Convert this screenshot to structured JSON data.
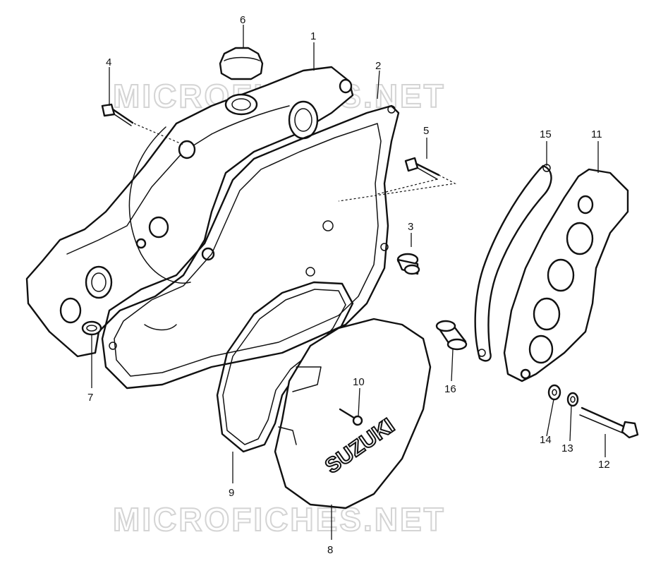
{
  "watermark": "MICROFICHES.NET",
  "logo_text": "SUZUKI",
  "callouts": {
    "p1": "1",
    "p2": "2",
    "p3": "3",
    "p4": "4",
    "p5": "5",
    "p6": "6",
    "p7": "7",
    "p8": "8",
    "p9": "9",
    "p10": "10",
    "p11": "11",
    "p12": "12",
    "p13": "13",
    "p14": "14",
    "p15": "15",
    "p16": "16"
  }
}
